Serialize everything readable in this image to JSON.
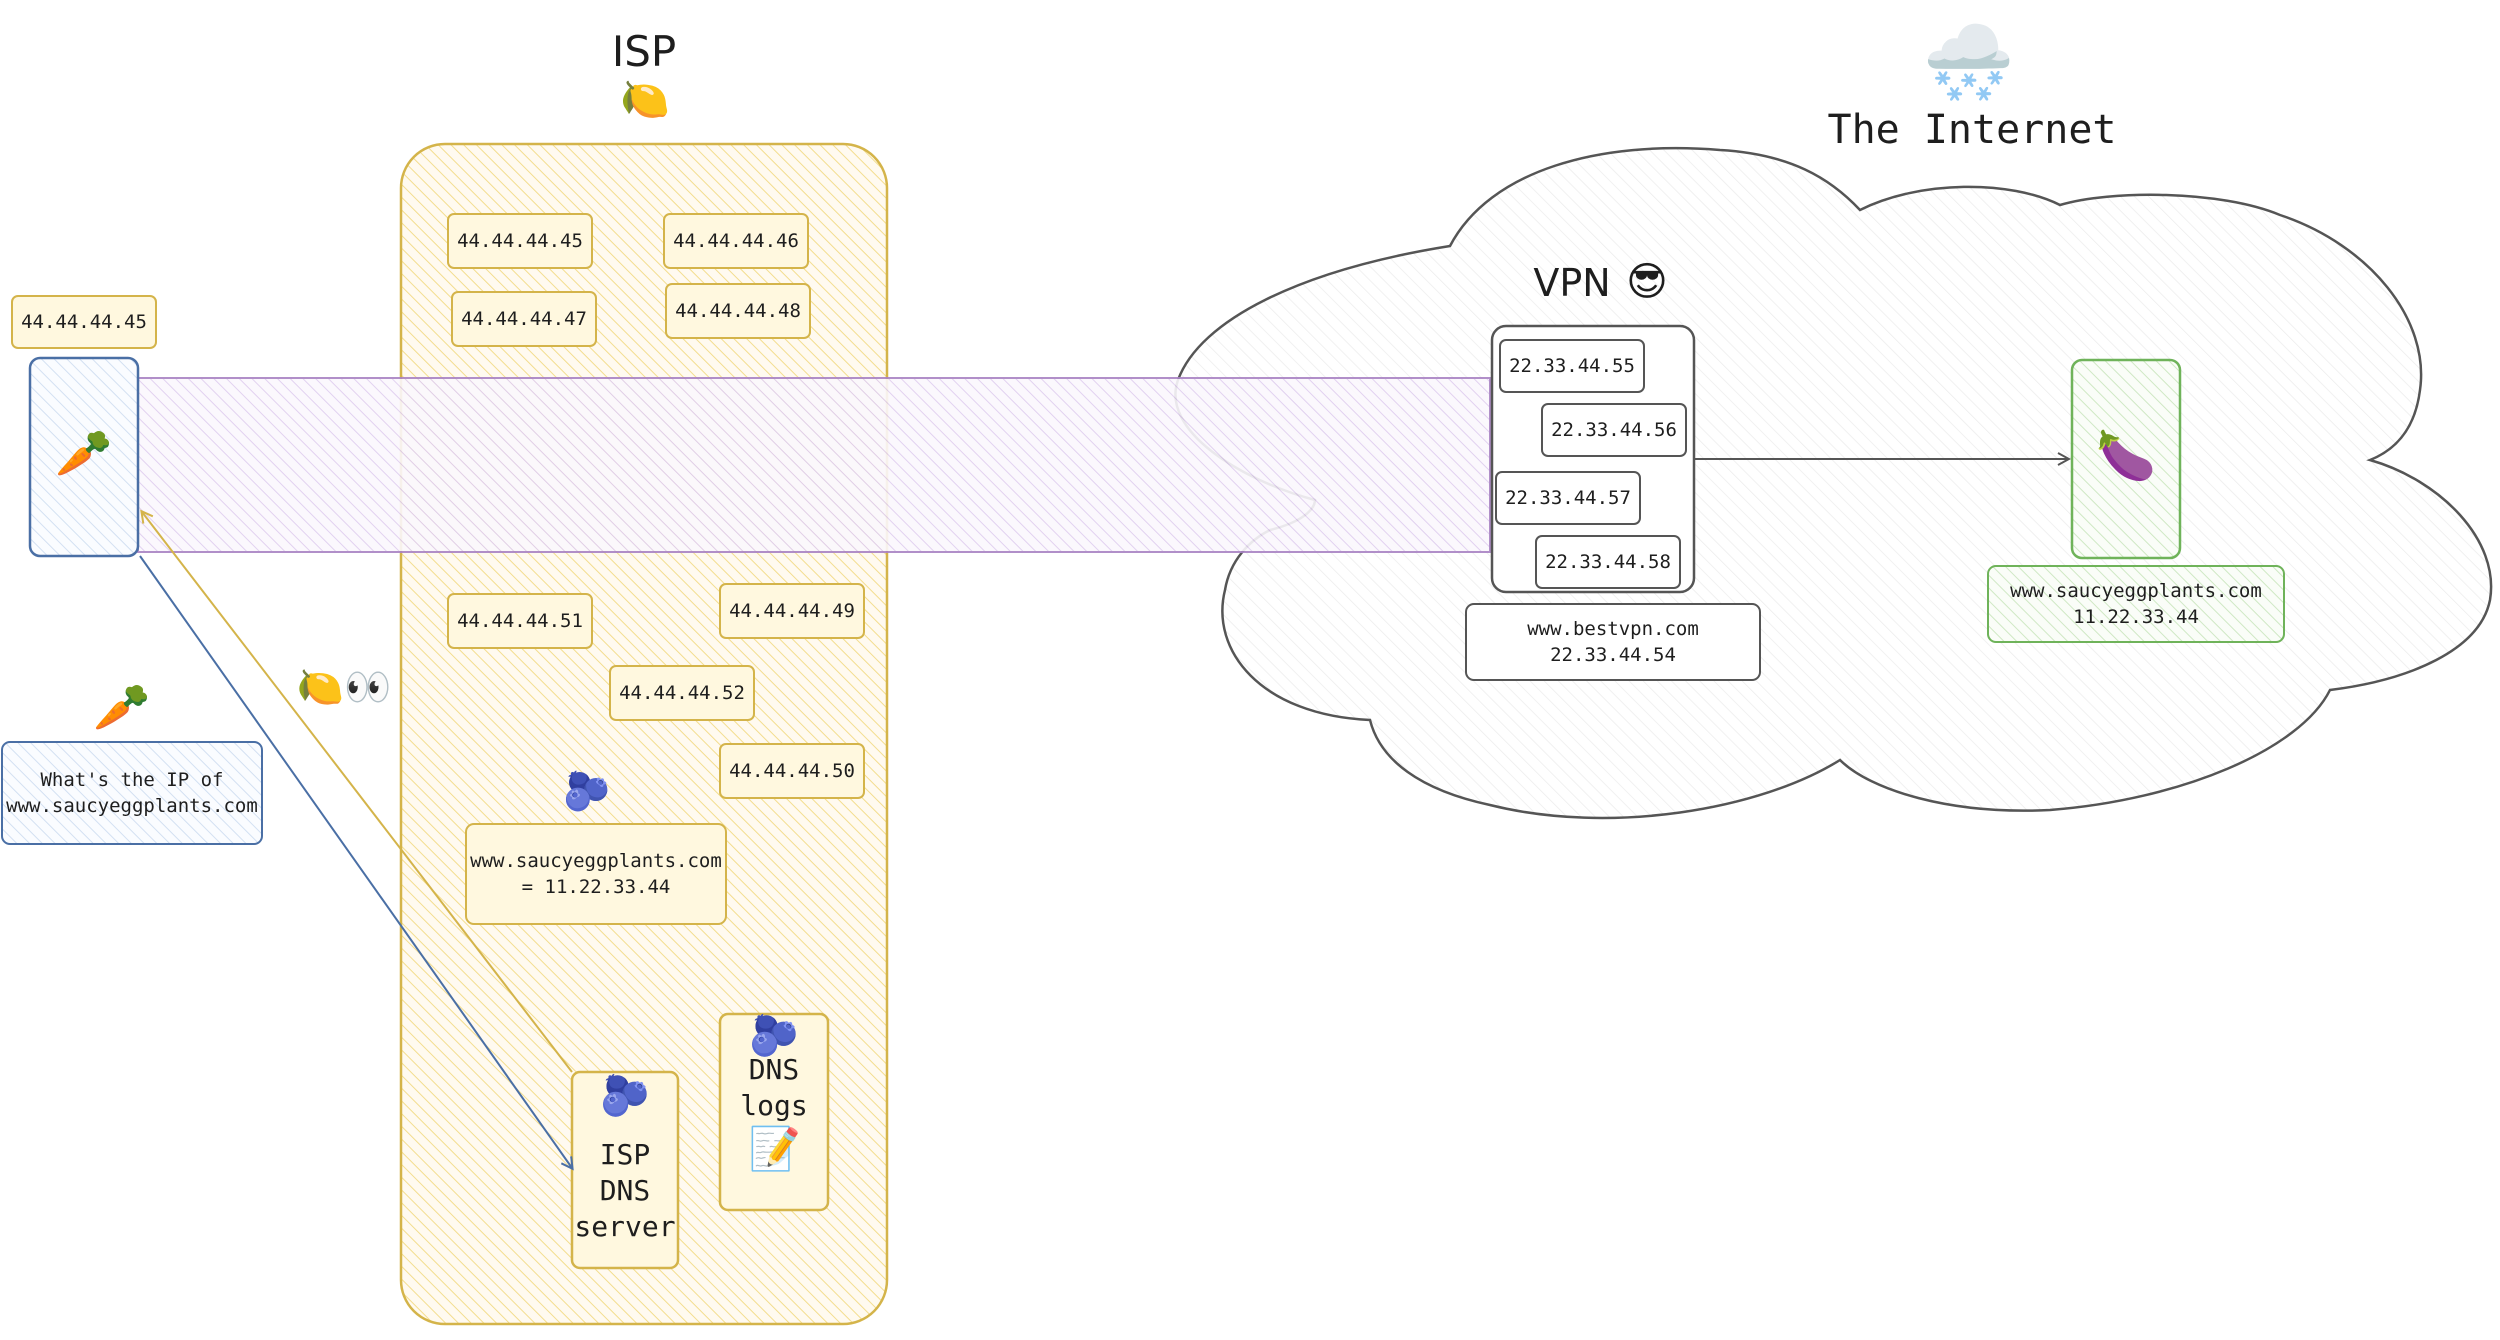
{
  "isp": {
    "title": "ISP",
    "icon": "lemon-icon",
    "icon_glyph": "🍋",
    "ips_top": [
      "44.44.44.45",
      "44.44.44.46",
      "44.44.44.47",
      "44.44.44.48"
    ],
    "ips_mid": [
      "44.44.44.51",
      "44.44.44.49",
      "44.44.44.52",
      "44.44.44.50"
    ],
    "dns_record": "www.saucyeggplants.com\n= 11.22.33.44",
    "dns_server_label": "ISP\nDNS\nserver",
    "dns_logs_label": "DNS\nlogs",
    "blueberry_glyph": "🫐",
    "memo_glyph": "📝"
  },
  "client": {
    "ip": "44.44.44.45",
    "glyph": "🥕",
    "question": "What's the IP of\nwww.saucyeggplants.com"
  },
  "snoop": {
    "glyph": "🍋👀"
  },
  "internet": {
    "title": "The Internet",
    "cloud_glyph": "🌨️"
  },
  "vpn": {
    "title": "VPN",
    "emoji": "😎",
    "ips": [
      "22.33.44.55",
      "22.33.44.56",
      "22.33.44.57",
      "22.33.44.58"
    ],
    "info": "www.bestvpn.com\n22.33.44.54"
  },
  "server": {
    "glyph": "🍆",
    "info": "www.saucyeggplants.com\n11.22.33.44"
  },
  "colors": {
    "isp_yellow": "#d4b44a",
    "isp_fill": "#fdf3c6",
    "tunnel_purple": "#a983c4",
    "client_blue": "#4a6fa5",
    "server_green": "#6fb35a",
    "line_dark": "#555555"
  }
}
